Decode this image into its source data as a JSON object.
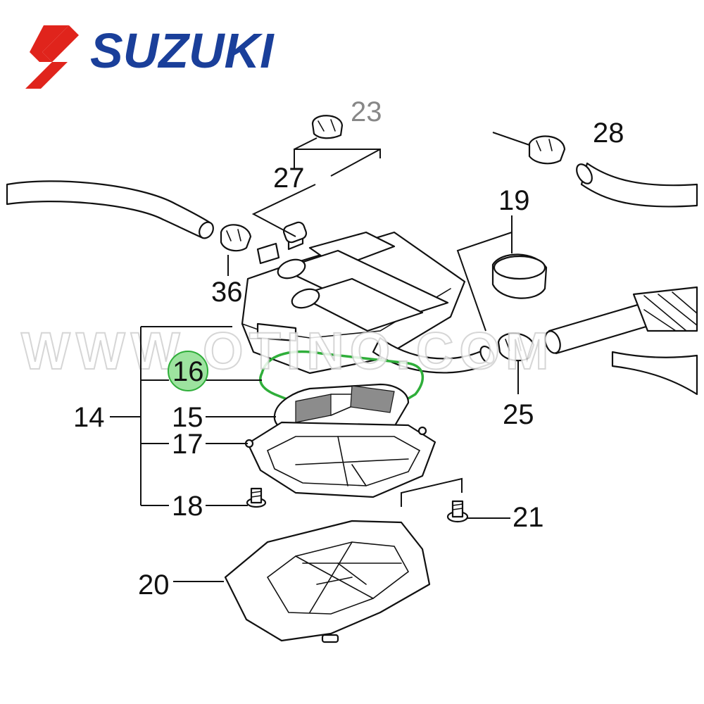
{
  "brand": {
    "name": "SUZUKI",
    "text_color": "#1a3f9a",
    "logo_color": "#e0241c"
  },
  "watermark": {
    "text": "WWW.OTINO.COM"
  },
  "highlight": {
    "color": "#2fae3a",
    "fill": "#9de39f"
  },
  "callouts": {
    "c27": "27",
    "c23": "23",
    "c28": "28",
    "c19": "19",
    "c36": "36",
    "c16": "16",
    "c14": "14",
    "c15": "15",
    "c17": "17",
    "c18": "18",
    "c25": "25",
    "c21": "21",
    "c20": "20"
  }
}
